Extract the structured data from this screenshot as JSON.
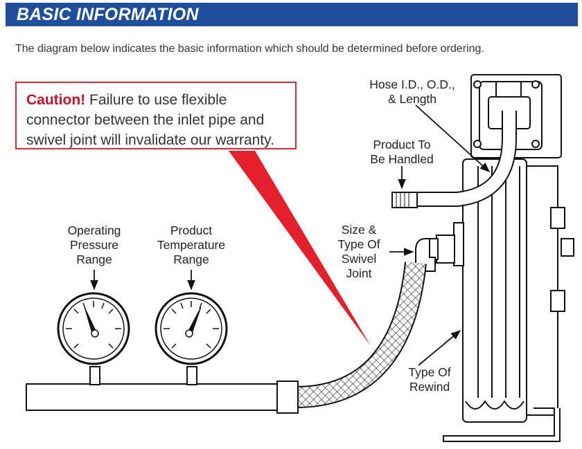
{
  "header": {
    "title": "BASIC INFORMATION"
  },
  "intro": "The diagram below indicates the basic information which should be determined before ordering.",
  "caution": {
    "heading": "Caution!",
    "text": " Failure to use flexible connector between the inlet pipe and swivel joint will invalidate our warranty."
  },
  "labels": {
    "hose": [
      "Hose I.D., O.D.,",
      "& Length"
    ],
    "product": [
      "Product To",
      "Be Handled"
    ],
    "operating": [
      "Operating",
      "Pressure",
      "Range"
    ],
    "temperature": [
      "Product",
      "Temperature",
      "Range"
    ],
    "swivel": [
      "Size &",
      "Type Of",
      "Swivel",
      "Joint"
    ],
    "rewind": [
      "Type Of",
      "Rewind"
    ]
  },
  "colors": {
    "banner": "#1f4f9c",
    "caution": "#c8102e",
    "pointer": "#e3202b"
  }
}
